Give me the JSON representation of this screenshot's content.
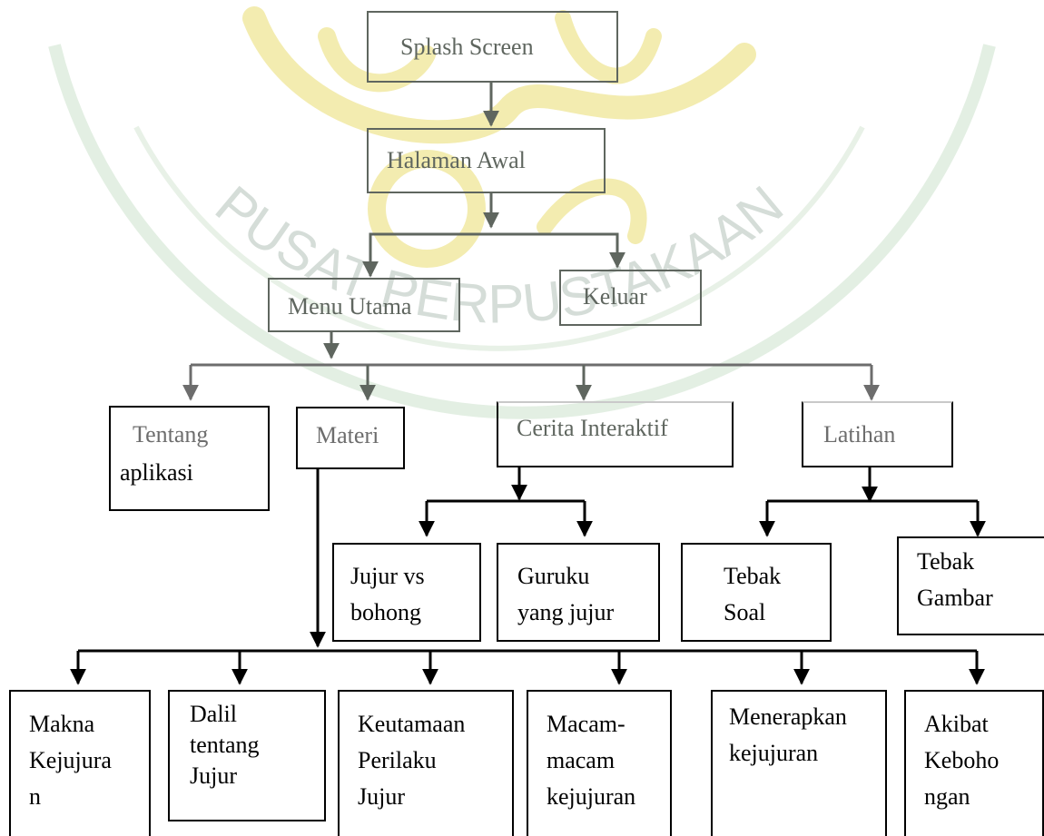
{
  "diagram": {
    "watermark": {
      "arc_text": "PUSAT PERPUSTAKAAN",
      "colors": {
        "calligraphy": "#f3ecb0",
        "ring": "#dfeede",
        "arc_text": "#cfd8d2"
      }
    },
    "colors": {
      "gray_line": "#5f665f",
      "black_line": "#000000",
      "light_arrow": "#6d6d6d"
    },
    "nodes": {
      "splash": "Splash Screen",
      "halaman_awal": "Halaman Awal",
      "menu_utama": "Menu Utama",
      "keluar": "Keluar",
      "tentang_line1": "Tentang",
      "tentang_line2": "aplikasi",
      "materi": "Materi",
      "cerita": "Cerita Interaktif",
      "latihan": "Latihan",
      "jujur_vs_bohong": "Jujur vs\nbohong",
      "guruku": "Guruku\nyang jujur",
      "tebak_soal": "Tebak\nSoal",
      "tebak_gambar": "Tebak\nGambar",
      "makna": "Makna\nKejujura\nn",
      "dalil": "Dalil\ntentang\nJujur",
      "keutamaan": "Keutamaan\nPerilaku\nJujur",
      "macam": "Macam-\nmacam\nkejujuran",
      "menerapkan": "Menerapkan\nkejujuran",
      "akibat": "Akibat\nKeboho\nngan"
    }
  }
}
